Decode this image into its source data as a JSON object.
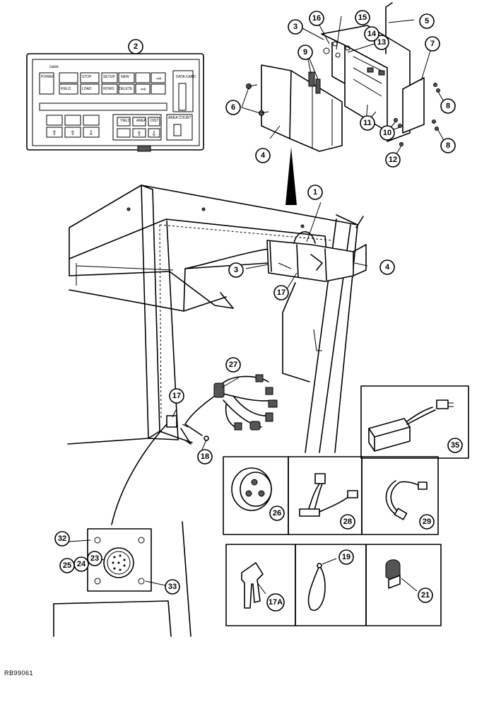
{
  "reference_code": "RB99061",
  "panel_keys": [
    "POWER",
    "STOP",
    "SETUP",
    "NEW",
    "FIELD",
    "LOAD",
    "ROWS",
    "DELETE",
    "YIELD",
    "AREA",
    "DIST",
    "AREA COUNT",
    "DATA CARD"
  ],
  "callouts": {
    "c1": "1",
    "c2": "2",
    "c3a": "3",
    "c3b": "3",
    "c4a": "4",
    "c4b": "4",
    "c5": "5",
    "c6": "6",
    "c7": "7",
    "c8a": "8",
    "c8b": "8",
    "c9": "9",
    "c10": "10",
    "c11": "11",
    "c12": "12",
    "c13": "13",
    "c14": "14",
    "c15": "15",
    "c16": "16",
    "c17a": "17",
    "c17b": "17",
    "c18": "18",
    "c19": "19",
    "c21": "21",
    "c23": "23",
    "c24": "24",
    "c25": "25",
    "c26": "26",
    "c27": "27",
    "c28": "28",
    "c29": "29",
    "c32": "32",
    "c33": "33",
    "c35": "35",
    "c17A": "17A"
  }
}
